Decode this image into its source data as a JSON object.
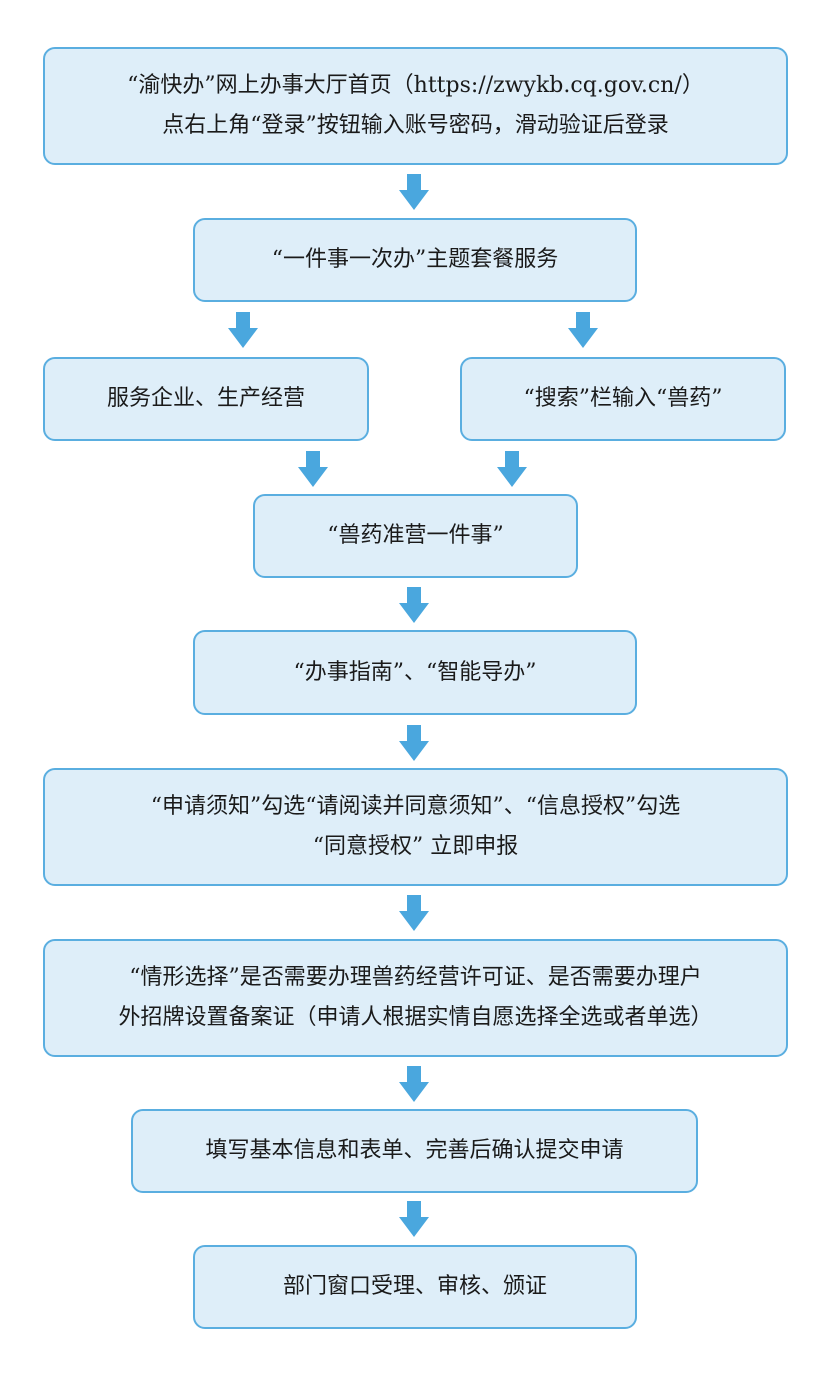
{
  "colors": {
    "box_fill": "#deeef9",
    "box_border": "#5aaee0",
    "arrow": "#4aa7de"
  },
  "steps": {
    "s1": {
      "line1": "“渝快办”网上办事大厅首页（https://zwykb.cq.gov.cn/）",
      "line2": "点右上角“登录”按钮输入账号密码，滑动验证后登录"
    },
    "s2": {
      "line1": "“一件事一次办”主题套餐服务"
    },
    "s3a": {
      "line1": "服务企业、生产经营"
    },
    "s3b": {
      "line1": "“搜索”栏输入“兽药”"
    },
    "s4": {
      "line1": "“兽药准营一件事”"
    },
    "s5": {
      "line1": "“办事指南”、“智能导办”"
    },
    "s6": {
      "line1": "“申请须知”勾选“请阅读并同意须知”、“信息授权”勾选",
      "line2": "“同意授权” 立即申报"
    },
    "s7": {
      "line1": "“情形选择”是否需要办理兽药经营许可证、是否需要办理户",
      "line2": "外招牌设置备案证（申请人根据实情自愿选择全选或者单选）"
    },
    "s8": {
      "line1": "填写基本信息和表单、完善后确认提交申请"
    },
    "s9": {
      "line1": "部门窗口受理、审核、颁证"
    }
  }
}
